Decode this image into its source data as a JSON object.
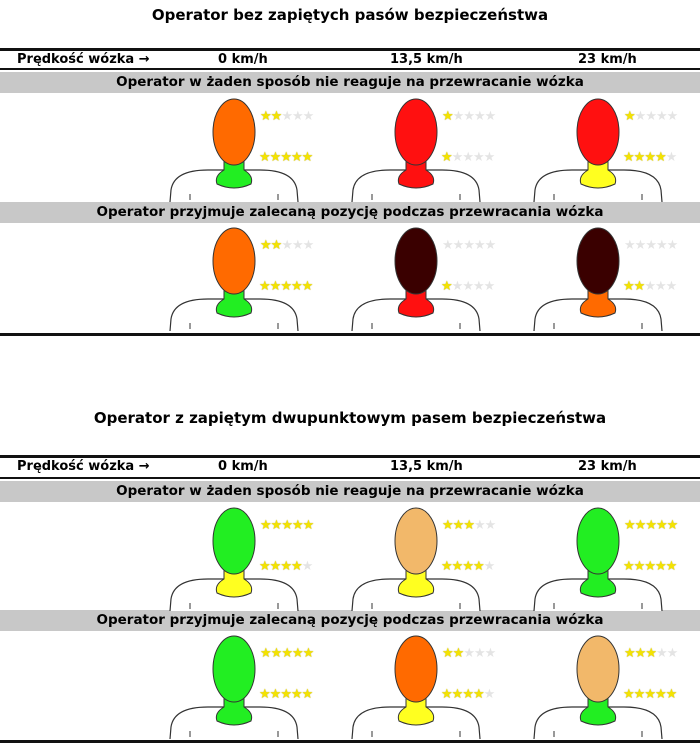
{
  "sections": [
    {
      "title": "Operator bez zapiętych pasów bezpieczeństwa",
      "speed_label": "Prędkość wózka →",
      "speeds": [
        "0 km/h",
        "13,5 km/h",
        "23 km/h"
      ],
      "rows": [
        {
          "label": "Operator w żaden sposób nie reaguje na przewracanie wózka",
          "cells": [
            {
              "head_color": "#ff6a00",
              "head_stars": 2,
              "neck_color": "#22ee22",
              "neck_stars": 5
            },
            {
              "head_color": "#ff1010",
              "head_stars": 1,
              "neck_color": "#ff1010",
              "neck_stars": 1
            },
            {
              "head_color": "#ff1010",
              "head_stars": 1,
              "neck_color": "#ffff20",
              "neck_stars": 4
            }
          ]
        },
        {
          "label": "Operator przyjmuje zalecaną pozycję podczas przewracania wózka",
          "cells": [
            {
              "head_color": "#ff6a00",
              "head_stars": 2,
              "neck_color": "#22ee22",
              "neck_stars": 5
            },
            {
              "head_color": "#3a0000",
              "head_stars": 0,
              "neck_color": "#ff1010",
              "neck_stars": 1
            },
            {
              "head_color": "#3a0000",
              "head_stars": 0,
              "neck_color": "#ff6a00",
              "neck_stars": 2
            }
          ]
        }
      ]
    },
    {
      "title": "Operator z zapiętym dwupunktowym pasem bezpieczeństwa",
      "speed_label": "Prędkość wózka →",
      "speeds": [
        "0 km/h",
        "13,5 km/h",
        "23 km/h"
      ],
      "rows": [
        {
          "label": "Operator w żaden sposób nie reaguje na przewracanie wózka",
          "cells": [
            {
              "head_color": "#22ee22",
              "head_stars": 5,
              "neck_color": "#ffff20",
              "neck_stars": 4
            },
            {
              "head_color": "#f2b86a",
              "head_stars": 3,
              "neck_color": "#ffff20",
              "neck_stars": 4
            },
            {
              "head_color": "#22ee22",
              "head_stars": 5,
              "neck_color": "#22ee22",
              "neck_stars": 5
            }
          ]
        },
        {
          "label": "Operator przyjmuje zalecaną pozycję podczas przewracania wózka",
          "cells": [
            {
              "head_color": "#22ee22",
              "head_stars": 5,
              "neck_color": "#22ee22",
              "neck_stars": 5
            },
            {
              "head_color": "#ff6a00",
              "head_stars": 2,
              "neck_color": "#ffff20",
              "neck_stars": 4
            },
            {
              "head_color": "#f2b86a",
              "head_stars": 3,
              "neck_color": "#22ee22",
              "neck_stars": 5
            }
          ]
        }
      ]
    }
  ]
}
